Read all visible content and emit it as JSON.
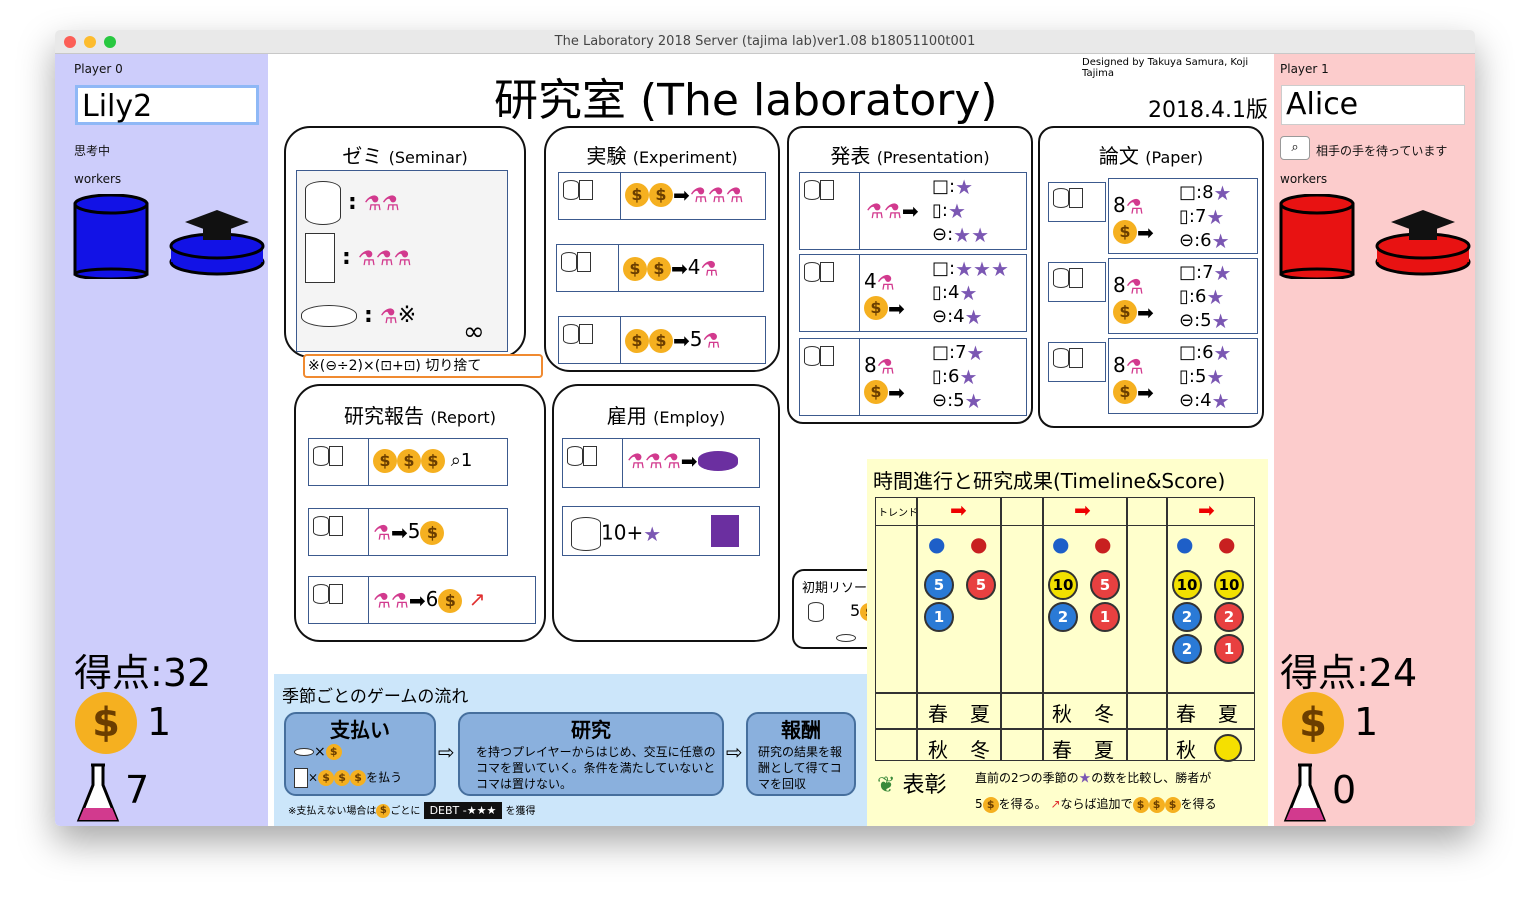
{
  "window": {
    "title": "The Laboratory 2018 Server (tajima lab)ver1.08  b18051100t001"
  },
  "player0": {
    "label": "Player 0",
    "name": "Lily2",
    "status": "思考中",
    "workers_label": "workers",
    "score": "得点:32",
    "coins": "1",
    "flasks": "7",
    "color": "#1010e0"
  },
  "player1": {
    "label": "Player 1",
    "name": "Alice",
    "status": "相手の手を待っています",
    "workers_label": "workers",
    "score": "得点:24",
    "coins": "1",
    "flasks": "0",
    "color": "#e01010"
  },
  "board": {
    "title": "研究室 (The laboratory)",
    "credit": "Designed by Takuya Samura, Koji Tajima",
    "version": "2018.4.1版",
    "seminar": {
      "title": "ゼミ",
      "sub": "(Seminar)",
      "note": "※(⊖÷2)×(⊡+⊡) 切り捨て"
    },
    "experiment": {
      "title": "実験",
      "sub": "(Experiment)",
      "out2": "4",
      "out3": "5"
    },
    "presentation": {
      "title": "発表",
      "sub": "(Presentation)",
      "in2": "4",
      "in3": "8",
      "r1b": ":4",
      "r1c": ":4",
      "r2a": ":7",
      "r2b": ":6",
      "r2c": ":5"
    },
    "paper": {
      "title": "論文",
      "sub": "(Paper)",
      "in": "8",
      "r0a": ":8",
      "r0b": ":7",
      "r0c": ":6",
      "r1a": ":7",
      "r1b": ":6",
      "r1c": ":5",
      "r2a": ":6",
      "r2b": ":5",
      "r2c": ":4"
    },
    "report": {
      "title": "研究報告",
      "sub": "(Report)",
      "r1": "1",
      "r2": "5",
      "r3": "6"
    },
    "employ": {
      "title": "雇用",
      "sub": "(Employ)",
      "r2": "10+"
    },
    "initial": {
      "title": "初期リソース",
      "coins": "5"
    },
    "timeline": {
      "title": "時間進行と研究成果(Timeline&Score)",
      "trend": "トレンド",
      "seasons_top": [
        "春",
        "夏",
        "秋",
        "冬",
        "春",
        "夏"
      ],
      "seasons_bottom": [
        "秋",
        "冬",
        "春",
        "夏",
        "秋"
      ],
      "award_title": "表彰",
      "award_text1": "直前の2つの季節の",
      "award_text2": "の数を比較し、勝者が",
      "award_text3": "を得る。",
      "award_text4": "ならば追加で",
      "award_text5": "を得る",
      "award_n": "5"
    },
    "flow": {
      "title": "季節ごとのゲームの流れ",
      "pay": "支払い",
      "pay_text": "を払う",
      "research": "研究",
      "research_text": "を持つプレイヤーからはじめ、交互に任意のコマを置いていく。条件を満たしていないとコマは置けない。",
      "reward": "報酬",
      "reward_text": "研究の結果を報酬として得てコマを回収",
      "debt_note": "※支払えない場合は",
      "debt_each": "ごとに",
      "debt": "DEBT -★★★",
      "debt_get": "を獲得"
    }
  },
  "tokens": {
    "s5": "5",
    "s1": "1",
    "s10": "10",
    "s2": "2"
  }
}
